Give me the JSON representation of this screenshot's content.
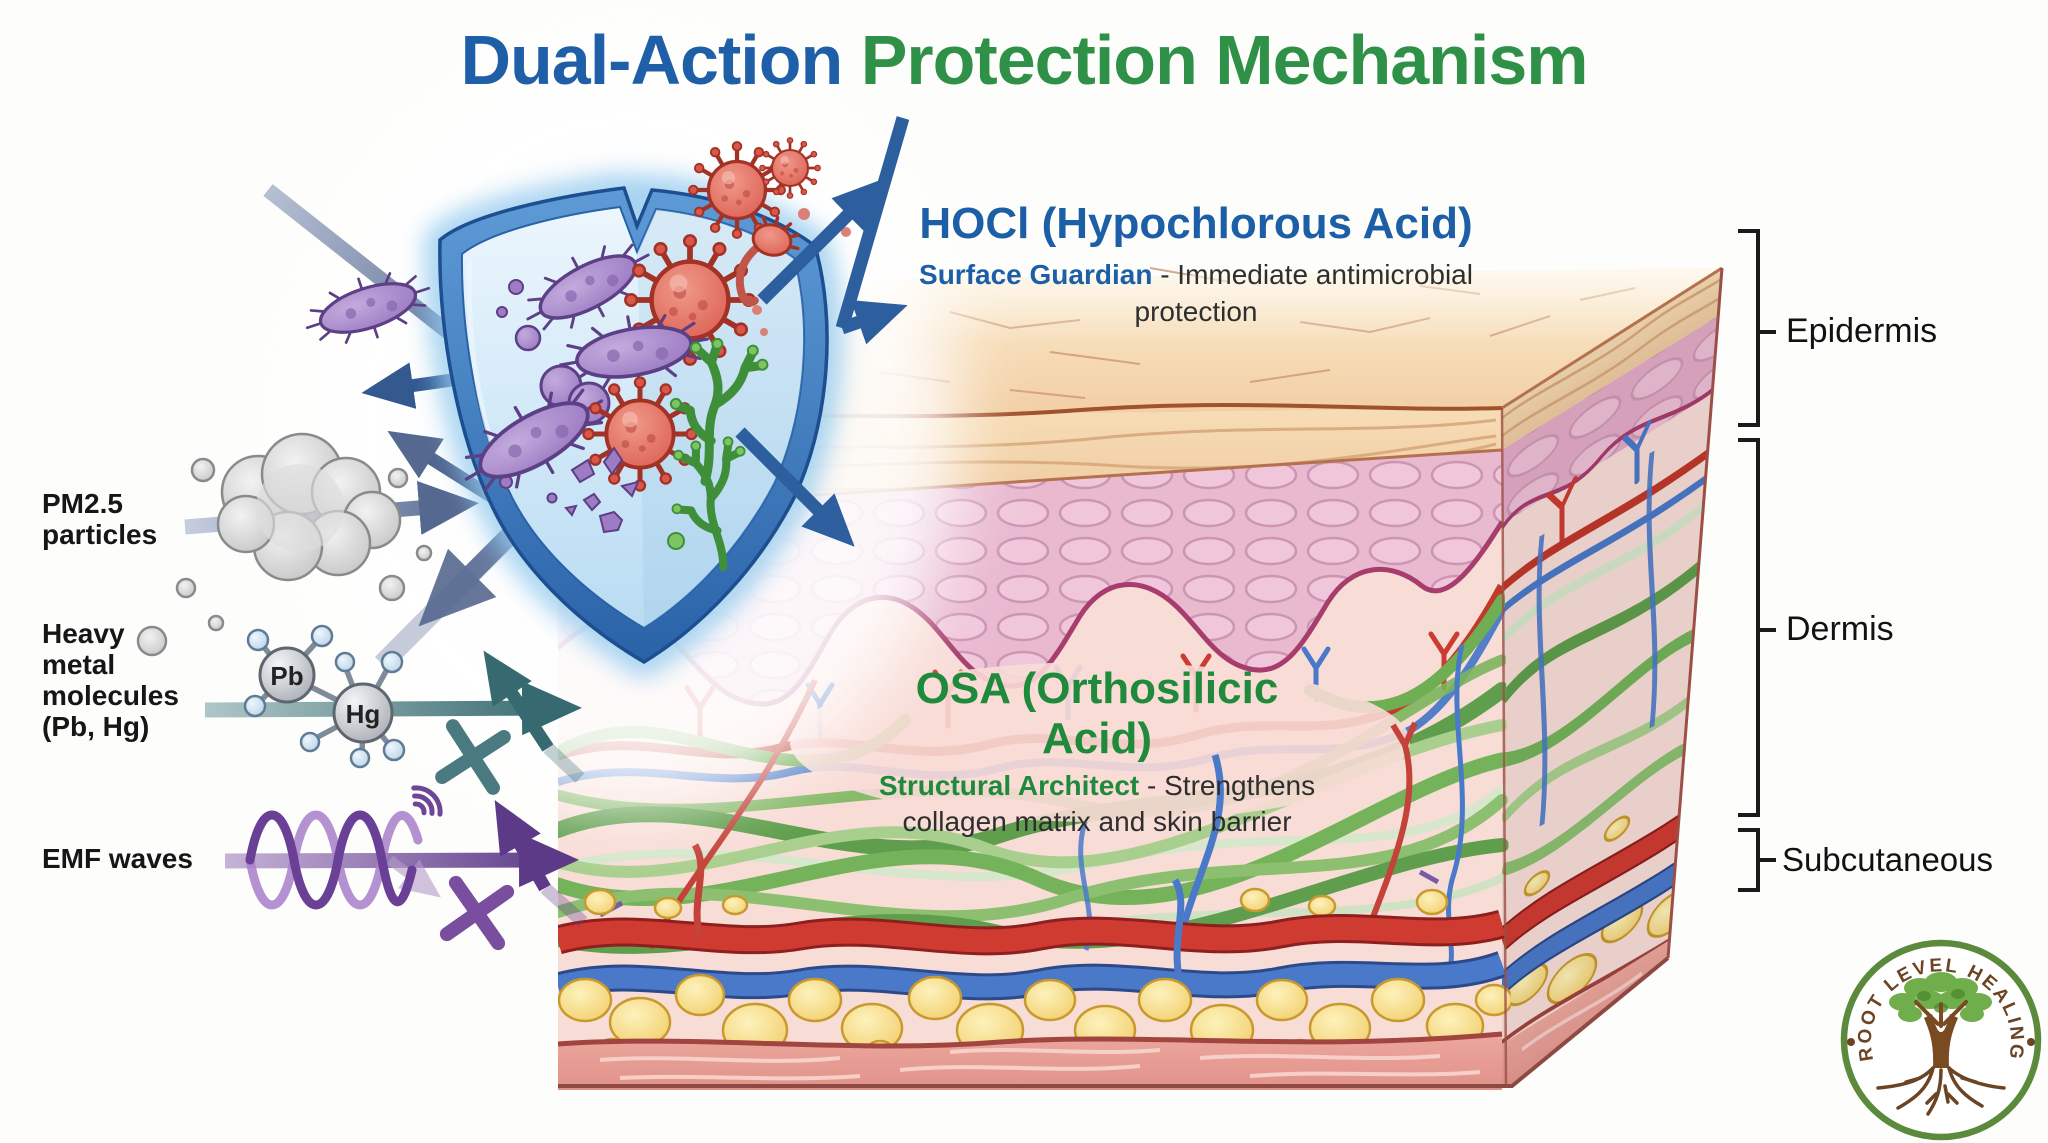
{
  "title": {
    "part1": "Dual-Action",
    "part2": "Protection Mechanism"
  },
  "hocl": {
    "name": "HOCl",
    "full_name": "(Hypochlorous Acid)",
    "role": "Surface Guardian",
    "description": "- Immediate antimicrobial protection"
  },
  "osa": {
    "name": "OSA",
    "full_name": "(Orthosilicic Acid)",
    "role": "Structural Architect",
    "description": "- Strengthens collagen matrix and skin barrier"
  },
  "threats": {
    "pm25": {
      "label": "PM2.5 particles"
    },
    "heavy_metals": {
      "label": "Heavy metal molecules (Pb, Hg)",
      "atoms": {
        "pb": "Pb",
        "hg": "Hg"
      }
    },
    "emf": {
      "label": "EMF waves"
    }
  },
  "skin_layers": {
    "epidermis": "Epidermis",
    "dermis": "Dermis",
    "subcutaneous": "Subcutaneous"
  },
  "logo": {
    "text": "ROOT LEVEL HEALING"
  },
  "icons": {
    "block_x": "✕",
    "emf_signal": "radio-waves",
    "shield": "protection-shield"
  },
  "colors": {
    "title_blue": "#1e5fa8",
    "title_green": "#2e9147",
    "hocl_blue": "#1d5fa7",
    "osa_green": "#1f8a3b",
    "shield_blue": "#2f6eb5",
    "arrow_dark_blue": "#2d5f9e",
    "arrow_slate": "#55688f",
    "arrow_teal": "#366a70",
    "arrow_purple": "#5d3a88",
    "epidermis_pink": "#e9b9d0",
    "dermis_pink": "#f8dcd6",
    "fat_yellow": "#f0c85e",
    "artery_red": "#cf3b31",
    "vein_blue": "#4a79c9"
  }
}
